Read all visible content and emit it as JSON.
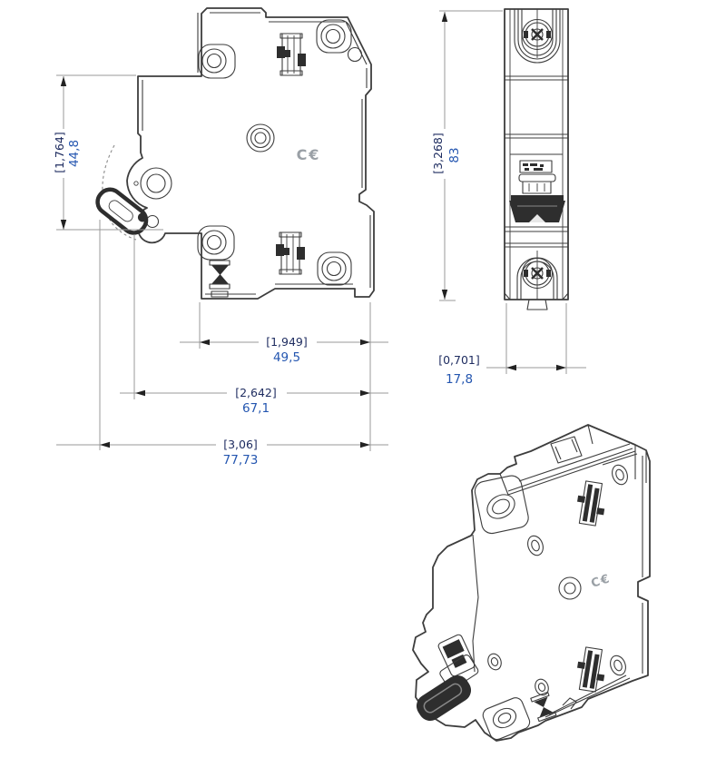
{
  "drawing": {
    "subject": "single-pole miniature circuit breaker dimensional drawing",
    "views": {
      "side": "side profile view with lever travel arc",
      "front": "front view with terminal screws and toggle",
      "iso": "isometric view"
    },
    "dimensions": {
      "lever_offset": {
        "bracket": "[1,764]",
        "value": "44,8"
      },
      "housing_depth": {
        "bracket": "[1,949]",
        "value": "49,5"
      },
      "depth_mid": {
        "bracket": "[2,642]",
        "value": "67,1"
      },
      "depth_overall": {
        "bracket": "[3,06]",
        "value": "77,73"
      },
      "height_overall": {
        "bracket": "[3,268]",
        "value": "83"
      },
      "width_overall": {
        "bracket": "[0,701]",
        "value": "17,8"
      }
    },
    "marks": {
      "ce": "C€"
    },
    "colors": {
      "outline": "#3d3d3d",
      "dim_line": "#9a9a9a",
      "bracket_text": "#1d2b5f",
      "value_text": "#2456b0",
      "dark_fill": "#2e2e2e",
      "ce_gray": "#9aa0a6",
      "background": "#ffffff"
    }
  }
}
